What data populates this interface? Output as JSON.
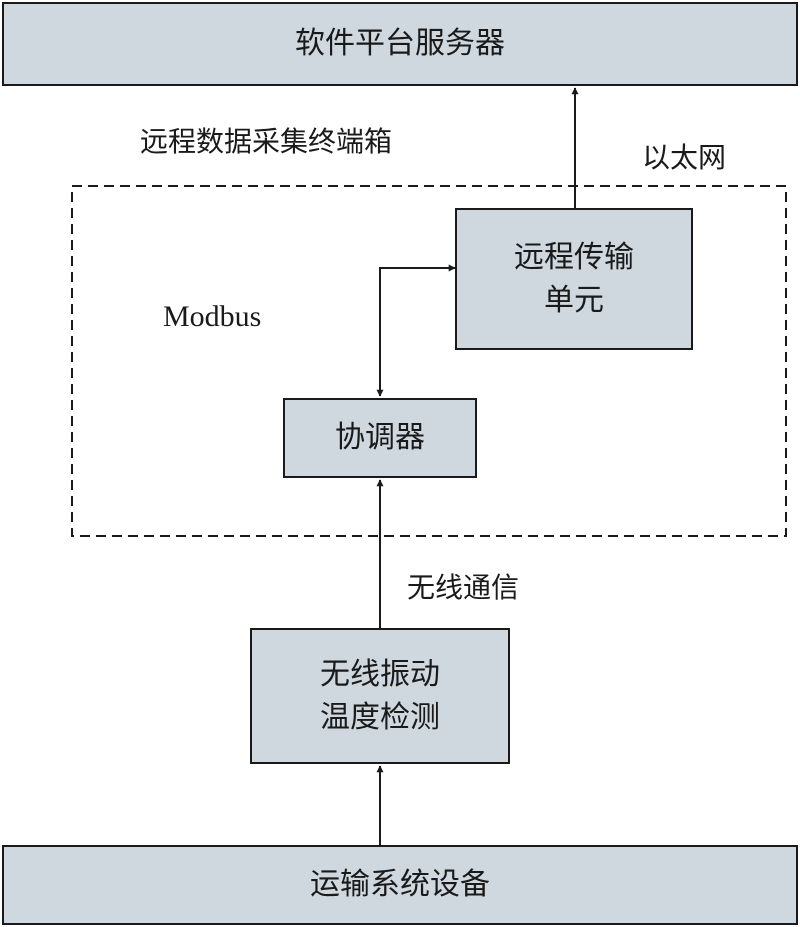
{
  "nodes": {
    "server": "软件平台服务器",
    "rtu_line1": "远程传输",
    "rtu_line2": "单元",
    "coordinator": "协调器",
    "sensor_line1": "无线振动",
    "sensor_line2": "温度检测",
    "equipment": "运输系统设备"
  },
  "labels": {
    "terminal_box": "远程数据采集终端箱",
    "ethernet": "以太网",
    "modbus": "Modbus",
    "wireless": "无线通信"
  },
  "colors": {
    "box_fill": "#cfd8df",
    "stroke": "#1a1a1a"
  }
}
